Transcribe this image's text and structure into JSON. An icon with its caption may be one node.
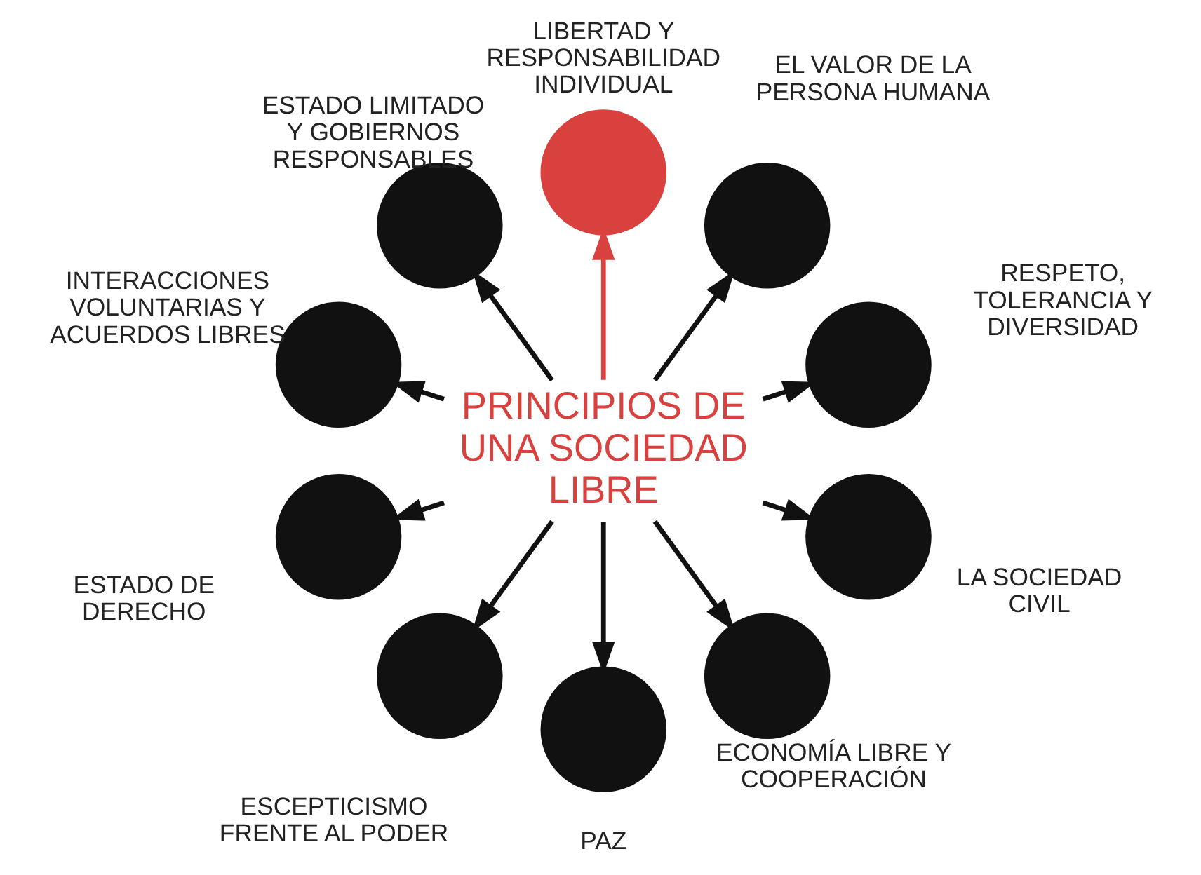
{
  "diagram": {
    "nodes": [
      {
        "text": [
          "PRINCIPIOS DE UNA SOCIEDAD LIBRE"
        ]
      },
      {
        "text": [],
        "shape": "circle",
        "beside": [
          "LIBERTAD Y RESPONSABILIDAD INDIVIDUAL"
        ]
      },
      {
        "text": [],
        "shape": "circle",
        "beside": [
          "EL VALOR DE LA PERSONA HUMANA"
        ]
      },
      {
        "text": [],
        "shape": "circle",
        "beside": [
          "RESPETO, TOLERANCIA Y DIVERSIDAD"
        ]
      },
      {
        "text": [],
        "shape": "circle",
        "beside": [
          "LA SOCIEDAD CIVIL"
        ]
      },
      {
        "text": [],
        "shape": "circle",
        "beside": [
          "ECONOMÍA LIBRE Y COOPERACIÓN"
        ]
      },
      {
        "text": [],
        "shape": "circle",
        "beside": [
          "PAZ"
        ]
      },
      {
        "text": [],
        "shape": "circle",
        "beside": [
          "ESCEPTICISMO FRENTE AL PODER"
        ]
      },
      {
        "text": [],
        "shape": "circle",
        "beside": [
          "ESTADO DE DERECHO"
        ]
      },
      {
        "text": [],
        "shape": "circle",
        "beside": [
          "INTERACCIONES VOLUNTARIAS Y ACUERDOS LIBRES"
        ]
      },
      {
        "text": [],
        "shape": "circle",
        "beside": [
          "ESTADO LIMITADO Y GOBIERNOS RESPONSABLES"
        ]
      }
    ],
    "edges": [
      {
        "from": 0,
        "to": 1,
        "arrow": "to",
        "color": "#d9413f"
      },
      {
        "from": 0,
        "to": 2,
        "arrow": "to"
      },
      {
        "from": 0,
        "to": 3,
        "arrow": "to"
      },
      {
        "from": 0,
        "to": 4,
        "arrow": "to"
      },
      {
        "from": 0,
        "to": 5,
        "arrow": "to"
      },
      {
        "from": 0,
        "to": 6,
        "arrow": "to"
      },
      {
        "from": 0,
        "to": 7,
        "arrow": "to"
      },
      {
        "from": 0,
        "to": 8,
        "arrow": "to"
      },
      {
        "from": 0,
        "to": 9,
        "arrow": "to"
      },
      {
        "from": 0,
        "to": 10,
        "arrow": "to"
      }
    ]
  }
}
